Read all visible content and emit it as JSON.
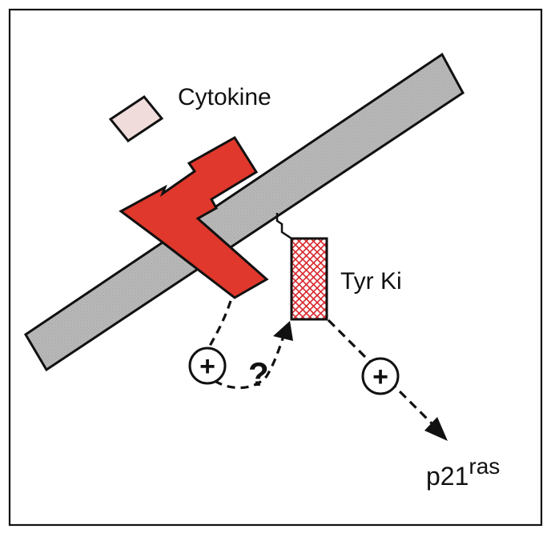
{
  "labels": {
    "cytokine": "Cytokine",
    "kinase": "Tyr Ki",
    "ras_base": "p21",
    "ras_super": "ras",
    "question": "?",
    "plus_left": "+",
    "plus_right": "+"
  },
  "colors": {
    "frame": "#111111",
    "membrane_fill": "#b3b3b3",
    "receptor_fill": "#e0382c",
    "cytokine_fill": "#f1dcdc",
    "kinase_hatch": "#d8262b",
    "stroke": "#111111"
  },
  "icons": {
    "plus_marker": "circled-plus-icon",
    "arrowhead": "arrowhead-icon"
  }
}
